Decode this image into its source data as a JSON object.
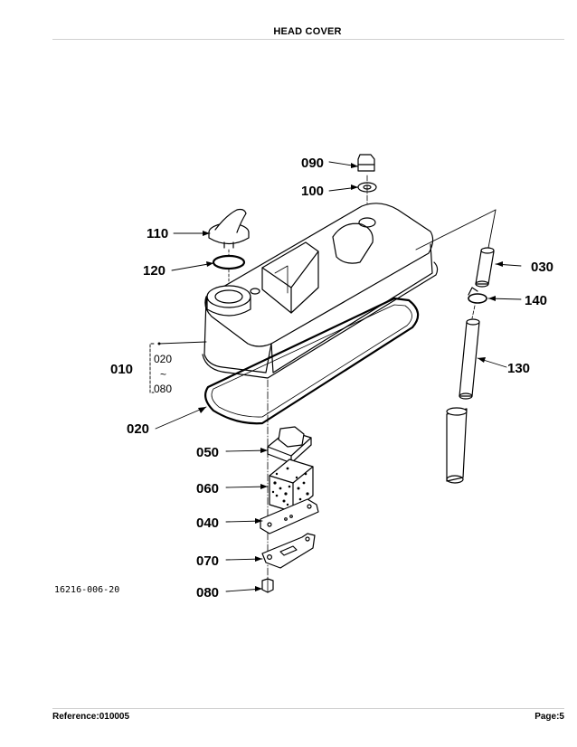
{
  "header": {
    "title": "HEAD COVER"
  },
  "footer": {
    "reference": "Reference:010005",
    "page": "Page:5"
  },
  "diagram": {
    "drawing_number": "16216-006-20",
    "callouts": {
      "c090": "090",
      "c100": "100",
      "c110": "110",
      "c120": "120",
      "c030": "030",
      "c140": "140",
      "c130": "130",
      "c010": "010",
      "c020": "020",
      "c050": "050",
      "c060": "060",
      "c040": "040",
      "c070": "070",
      "c080": "080"
    },
    "group_range": {
      "from": "020",
      "to": "080"
    }
  }
}
